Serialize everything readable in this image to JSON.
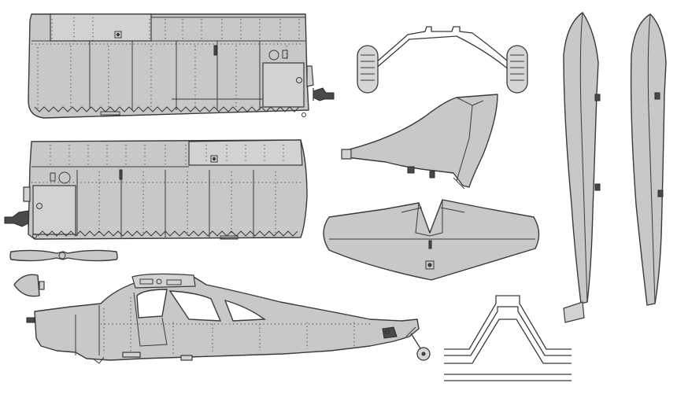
{
  "sheet": {
    "colors": {
      "part_fill": "#c8c8c8",
      "outline": "#3a3a3a",
      "window": "#ffffff",
      "background": "#ffffff"
    },
    "parts": [
      "wing-panel-upper",
      "wing-panel-lower",
      "propeller",
      "spinner",
      "fuselage",
      "main-landing-gear",
      "vertical-tail",
      "horizontal-stabilizer",
      "wing-strut-left",
      "wing-strut-right",
      "gear-wire-bent",
      "gear-wire-straight"
    ]
  }
}
